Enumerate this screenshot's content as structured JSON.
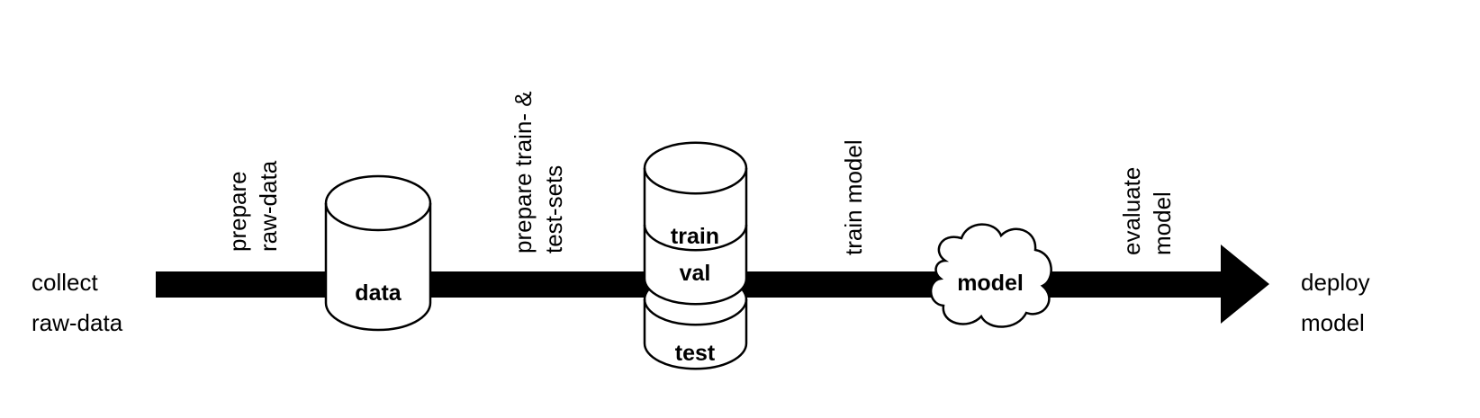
{
  "start": {
    "lines": [
      "collect",
      "raw-data"
    ]
  },
  "end": {
    "lines": [
      "deploy",
      "model"
    ]
  },
  "steps": [
    {
      "lines": [
        "prepare",
        "raw-data"
      ]
    },
    {
      "lines": [
        "prepare train- &",
        "test-sets"
      ]
    },
    {
      "lines": [
        "train model"
      ]
    },
    {
      "lines": [
        "evaluate",
        "model"
      ]
    }
  ],
  "nodes": {
    "data": "data",
    "train": "train",
    "val": "val",
    "test": "test",
    "model": "model"
  },
  "colors": {
    "arrow": "#000000",
    "fill": "#ffffff"
  }
}
